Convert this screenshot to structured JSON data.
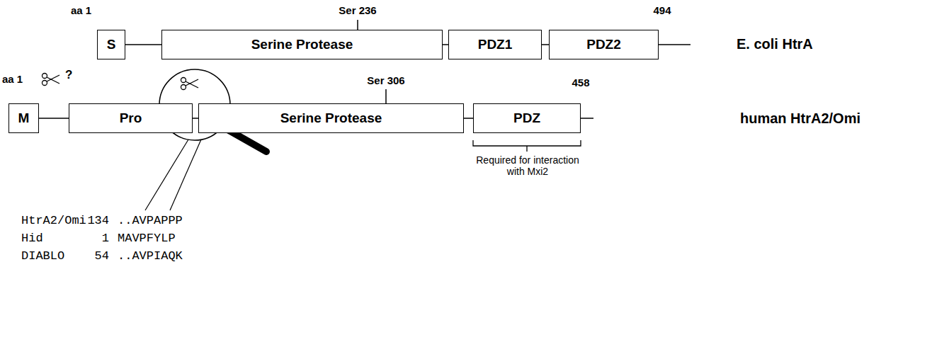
{
  "diagram": {
    "nodes": [
      {
        "text": [
          "S"
        ]
      },
      {
        "text": [
          "Serine Protease"
        ]
      },
      {
        "text": [
          "PDZ1"
        ]
      },
      {
        "text": [
          "PDZ2"
        ]
      },
      {
        "text": [
          "M"
        ]
      },
      {
        "text": [
          "Pro"
        ]
      },
      {
        "text": [
          "Serine Protease"
        ]
      },
      {
        "text": [
          "PDZ"
        ]
      }
    ],
    "edges": [
      {
        "from": 0,
        "to": 1,
        "arrow": "none"
      },
      {
        "from": 1,
        "to": 2,
        "arrow": "none"
      },
      {
        "from": 2,
        "to": 3,
        "arrow": "none"
      },
      {
        "from": 4,
        "to": 5,
        "arrow": "none"
      },
      {
        "from": 5,
        "to": 6,
        "arrow": "none"
      },
      {
        "from": 6,
        "to": 7,
        "arrow": "none"
      }
    ],
    "labels": [
      "aa 1",
      "Ser 236",
      "494",
      "E. coli HtrA",
      "aa 1",
      "?",
      "Ser 306",
      "458",
      "human HtrA2/Omi",
      "Required for interaction with Mxi2",
      "HtrA2/Omi",
      "134",
      "..AVPAPPP",
      "Hid",
      "1",
      "MAVPFYLP",
      "DIABLO",
      "54",
      "..AVPIAQK"
    ]
  }
}
